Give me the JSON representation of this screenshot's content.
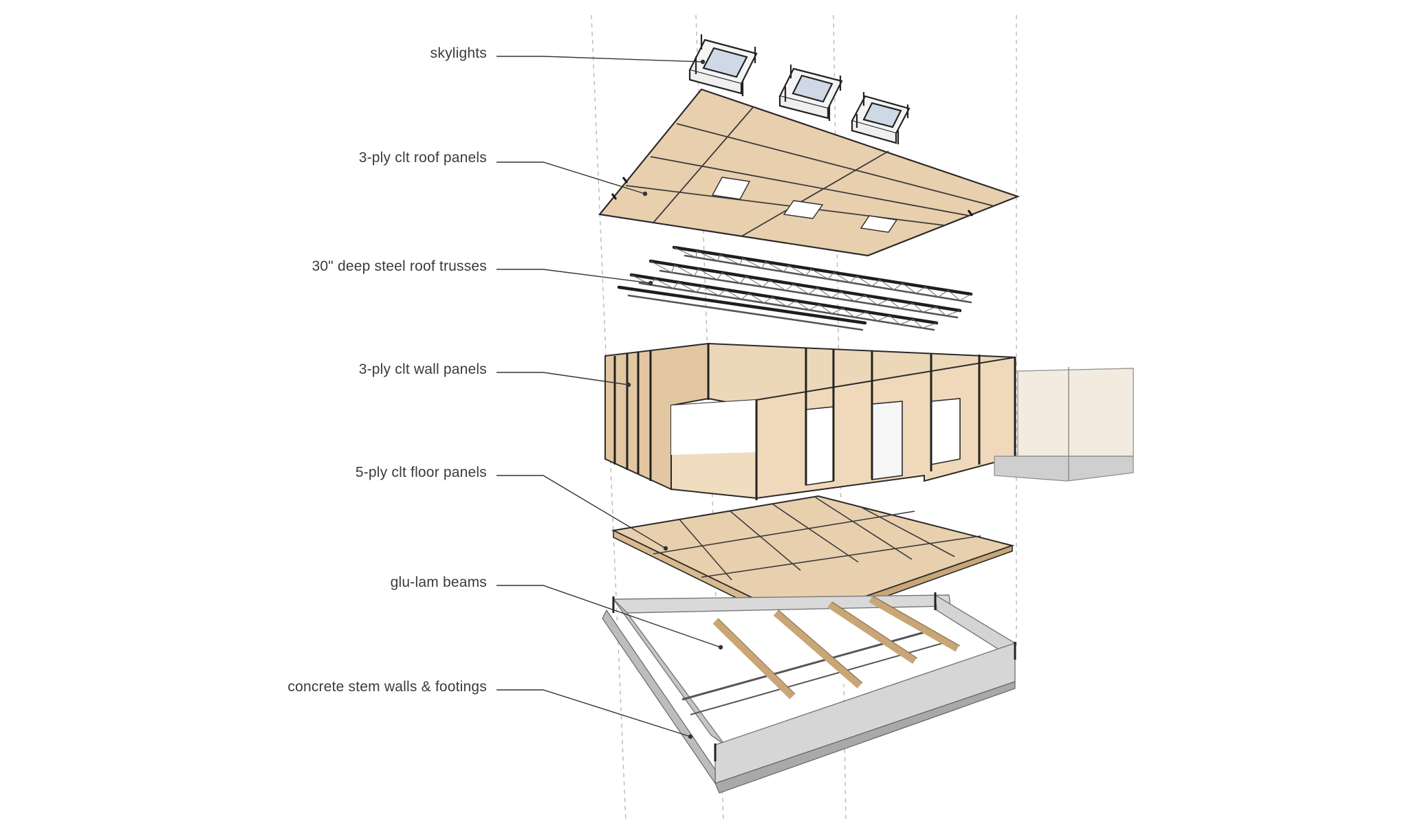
{
  "diagram": {
    "labels": [
      {
        "key": "skylights",
        "text": "skylights"
      },
      {
        "key": "roof_panels",
        "text": "3-ply clt roof panels"
      },
      {
        "key": "roof_trusses",
        "text": "30\" deep steel roof trusses"
      },
      {
        "key": "wall_panels",
        "text": "3-ply clt wall panels"
      },
      {
        "key": "floor_panels",
        "text": "5-ply clt floor panels"
      },
      {
        "key": "glulam_beams",
        "text": "glu-lam beams"
      },
      {
        "key": "stem_walls",
        "text": "concrete stem walls & footings"
      }
    ],
    "colors": {
      "wood": "#e8cfae",
      "wood_dark": "#d7b68f",
      "wood_light": "#f3e2c8",
      "steel": "#2a2a2a",
      "concrete": "#d6d6d6",
      "concrete_dark": "#a9a9a9",
      "leader": "#333333",
      "guide": "#b8b8b8"
    }
  }
}
